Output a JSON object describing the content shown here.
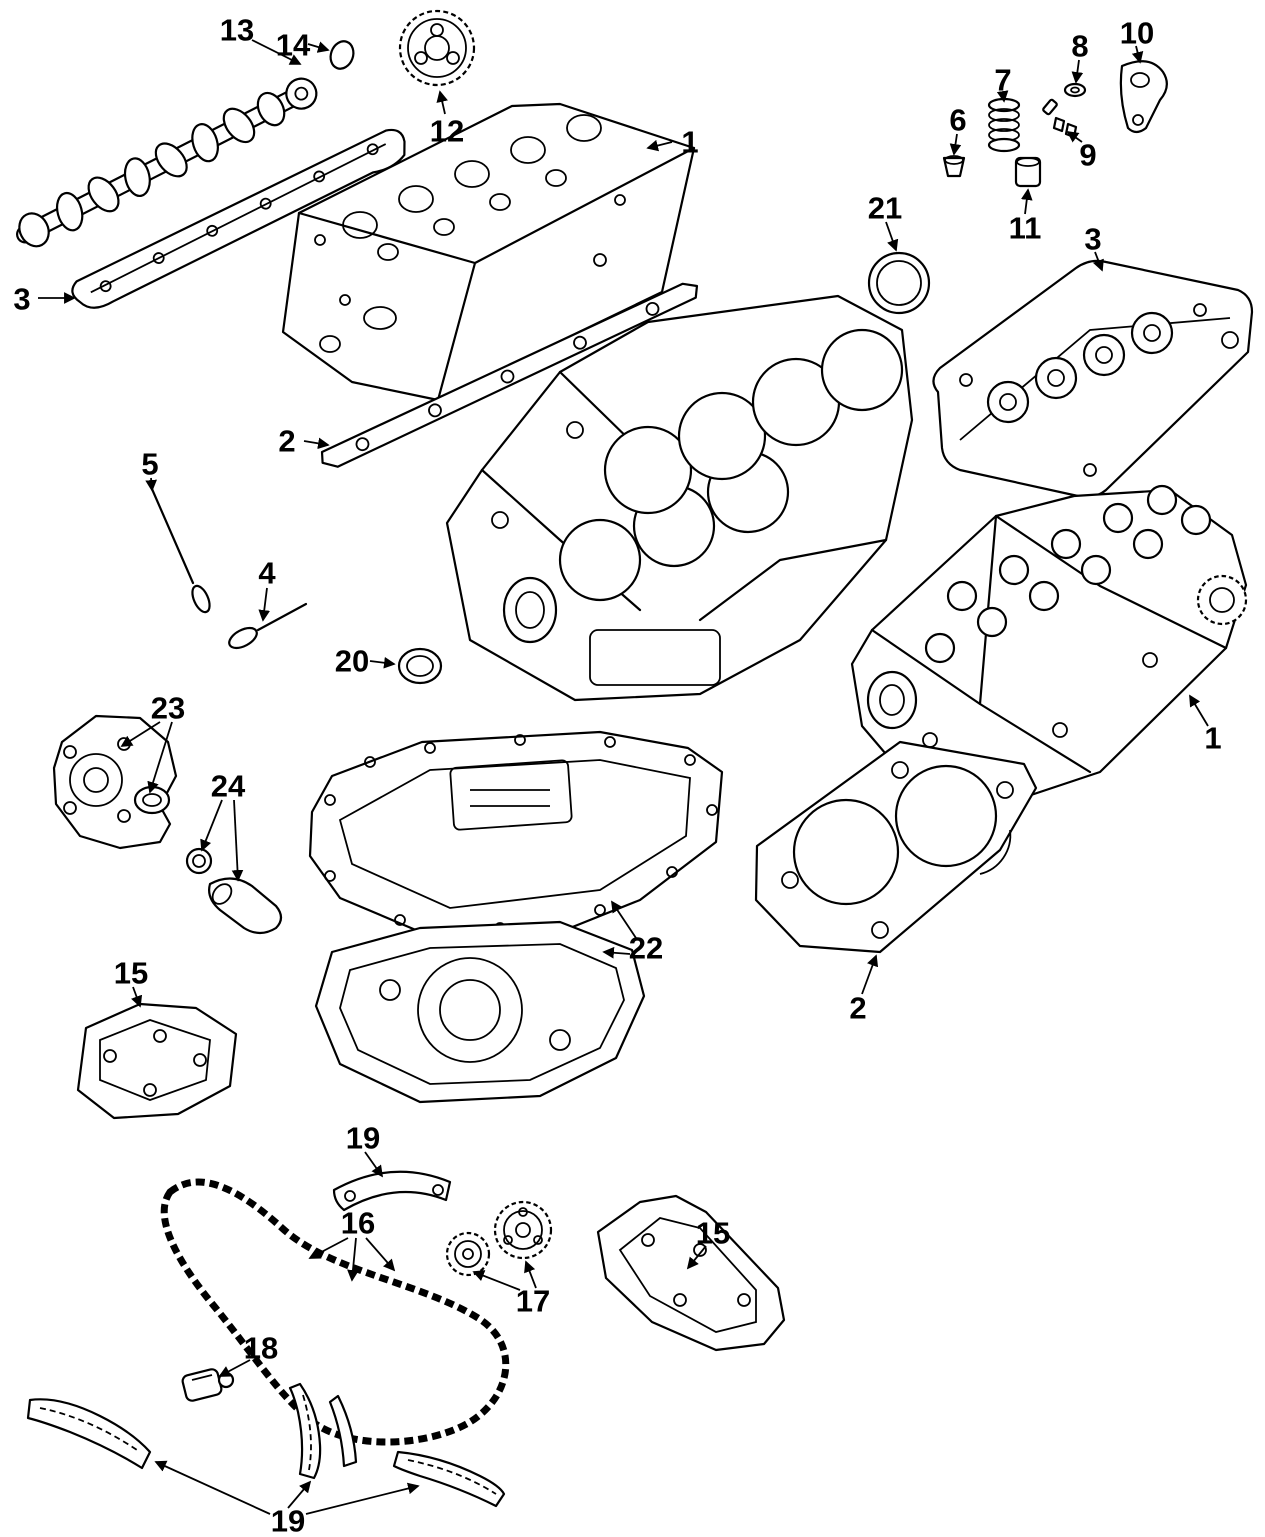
{
  "diagram": {
    "type": "exploded-parts-diagram",
    "subject": "engine-camshaft-timing-valvetrain",
    "background_color": "#ffffff",
    "line_color": "#000000",
    "label_color": "#000000"
  },
  "callouts": [
    {
      "label": "13"
    },
    {
      "label": "14"
    },
    {
      "label": "12"
    },
    {
      "label": "1"
    },
    {
      "label": "3"
    },
    {
      "label": "2"
    },
    {
      "label": "5"
    },
    {
      "label": "4"
    },
    {
      "label": "20"
    },
    {
      "label": "21"
    },
    {
      "label": "6"
    },
    {
      "label": "7"
    },
    {
      "label": "8"
    },
    {
      "label": "9"
    },
    {
      "label": "10"
    },
    {
      "label": "11"
    },
    {
      "label": "3"
    },
    {
      "label": "1"
    },
    {
      "label": "2"
    },
    {
      "label": "23"
    },
    {
      "label": "24"
    },
    {
      "label": "15"
    },
    {
      "label": "22"
    },
    {
      "label": "19"
    },
    {
      "label": "16"
    },
    {
      "label": "17"
    },
    {
      "label": "18"
    },
    {
      "label": "15"
    },
    {
      "label": "19"
    }
  ]
}
